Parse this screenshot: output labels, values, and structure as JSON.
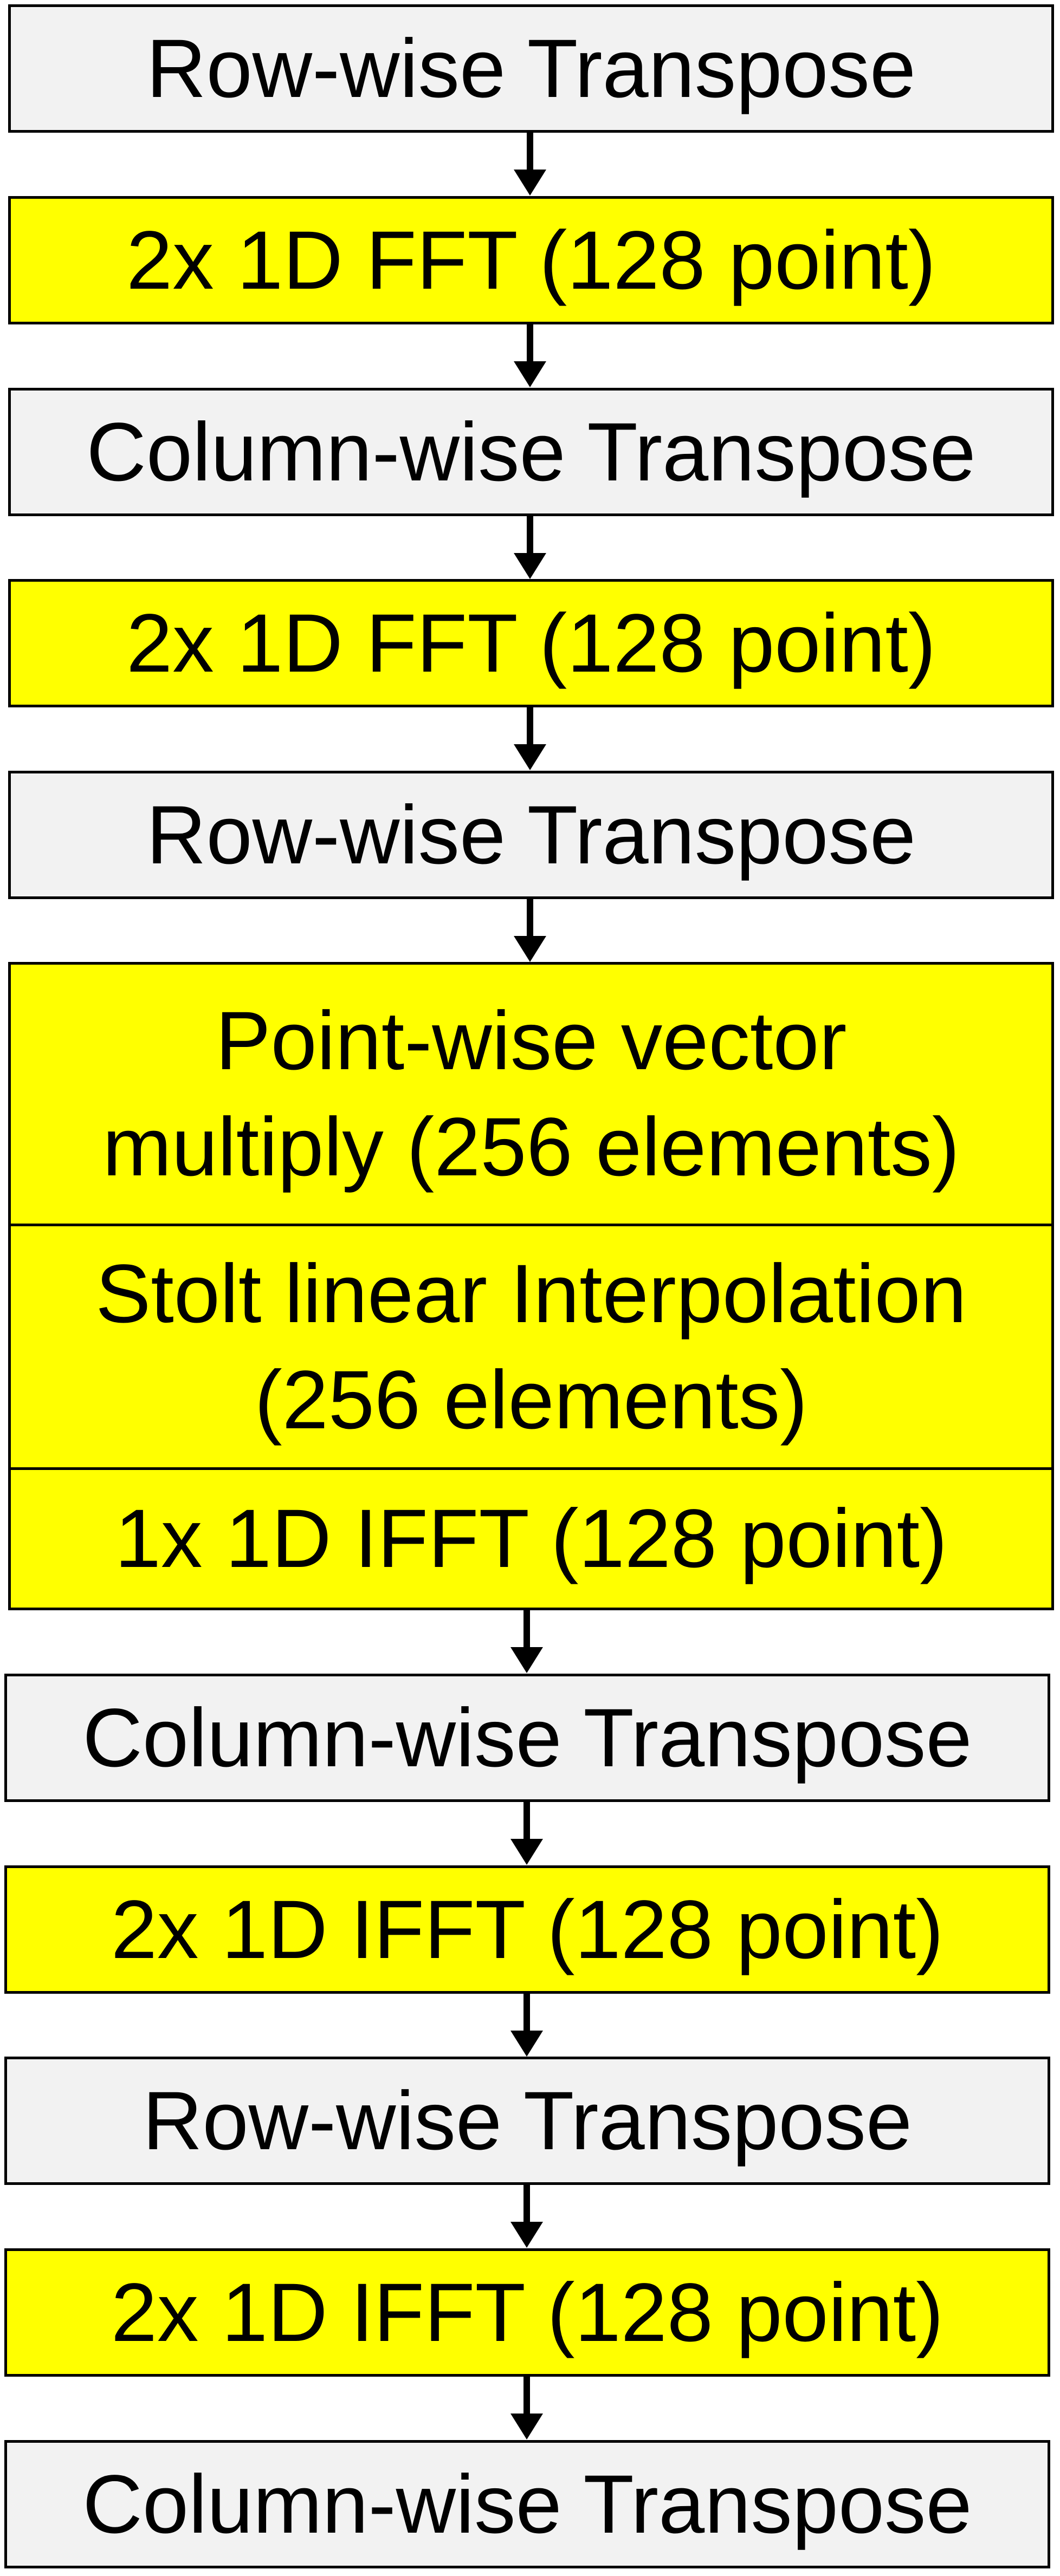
{
  "colors": {
    "transpose_fill": "#f2f2f2",
    "compute_fill": "#ffff00",
    "border": "#000000",
    "arrow": "#000000"
  },
  "steps": [
    {
      "label": "Row-wise Transpose"
    },
    {
      "label": "2x 1D FFT (128 point)"
    },
    {
      "label": "Column-wise Transpose"
    },
    {
      "label": "2x 1D FFT (128 point)"
    },
    {
      "label": "Row-wise Transpose"
    },
    {
      "sections": [
        {
          "line1": "Point-wise vector",
          "line2": "multiply (256 elements)"
        },
        {
          "line1": "Stolt linear Interpolation",
          "line2": "(256 elements)"
        },
        {
          "line1": "1x 1D IFFT (128 point)"
        }
      ]
    },
    {
      "label": "Column-wise Transpose"
    },
    {
      "label": "2x 1D IFFT (128 point)"
    },
    {
      "label": "Row-wise Transpose"
    },
    {
      "label": "2x 1D IFFT (128 point)"
    },
    {
      "label": "Column-wise Transpose"
    }
  ]
}
